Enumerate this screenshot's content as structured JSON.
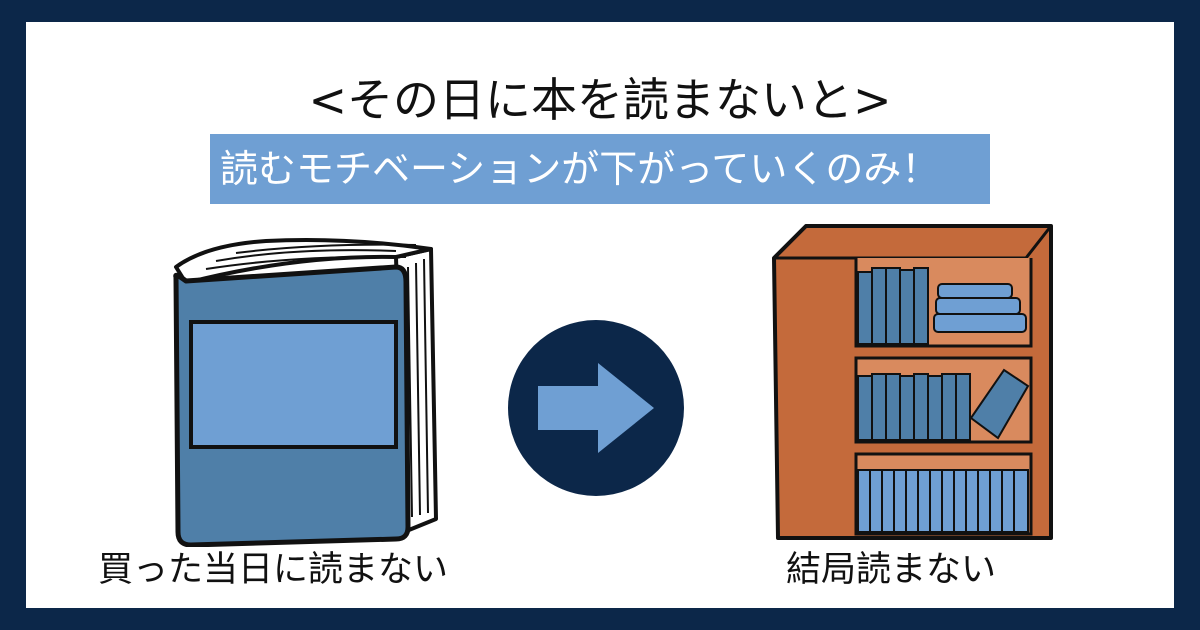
{
  "title": "<その日に本を読まないと>",
  "subtitle": "読むモチベーションが下がっていくのみ！",
  "left_caption": "買った当日に読まない",
  "right_caption": "結局読まない",
  "icons": {
    "left": "book-icon",
    "middle": "arrow-right-icon",
    "right": "bookshelf-icon"
  },
  "colors": {
    "frame": "#0c2749",
    "banner": "#6f9fd3",
    "book_cover": "#4f7fa8",
    "book_label": "#6f9fd3",
    "shelf": "#c46a3b",
    "arrow_circle": "#0c2749",
    "arrow": "#6f9fd3"
  }
}
